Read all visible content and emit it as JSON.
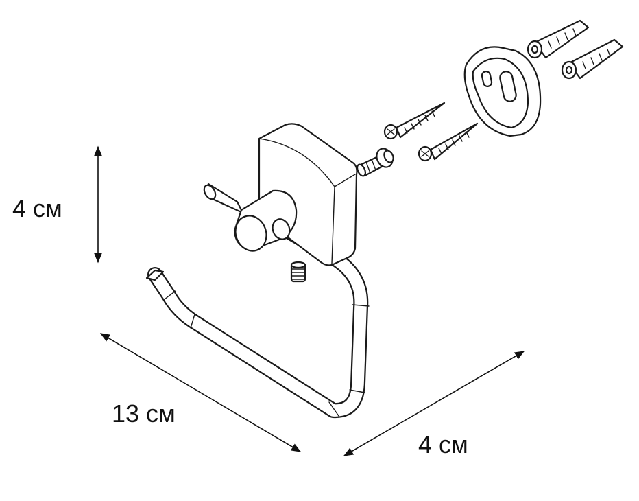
{
  "dimensions": {
    "height": "4 см",
    "width": "13 см",
    "depth": "4 см"
  },
  "colors": {
    "line": "#1a1a1a",
    "background": "#ffffff"
  }
}
